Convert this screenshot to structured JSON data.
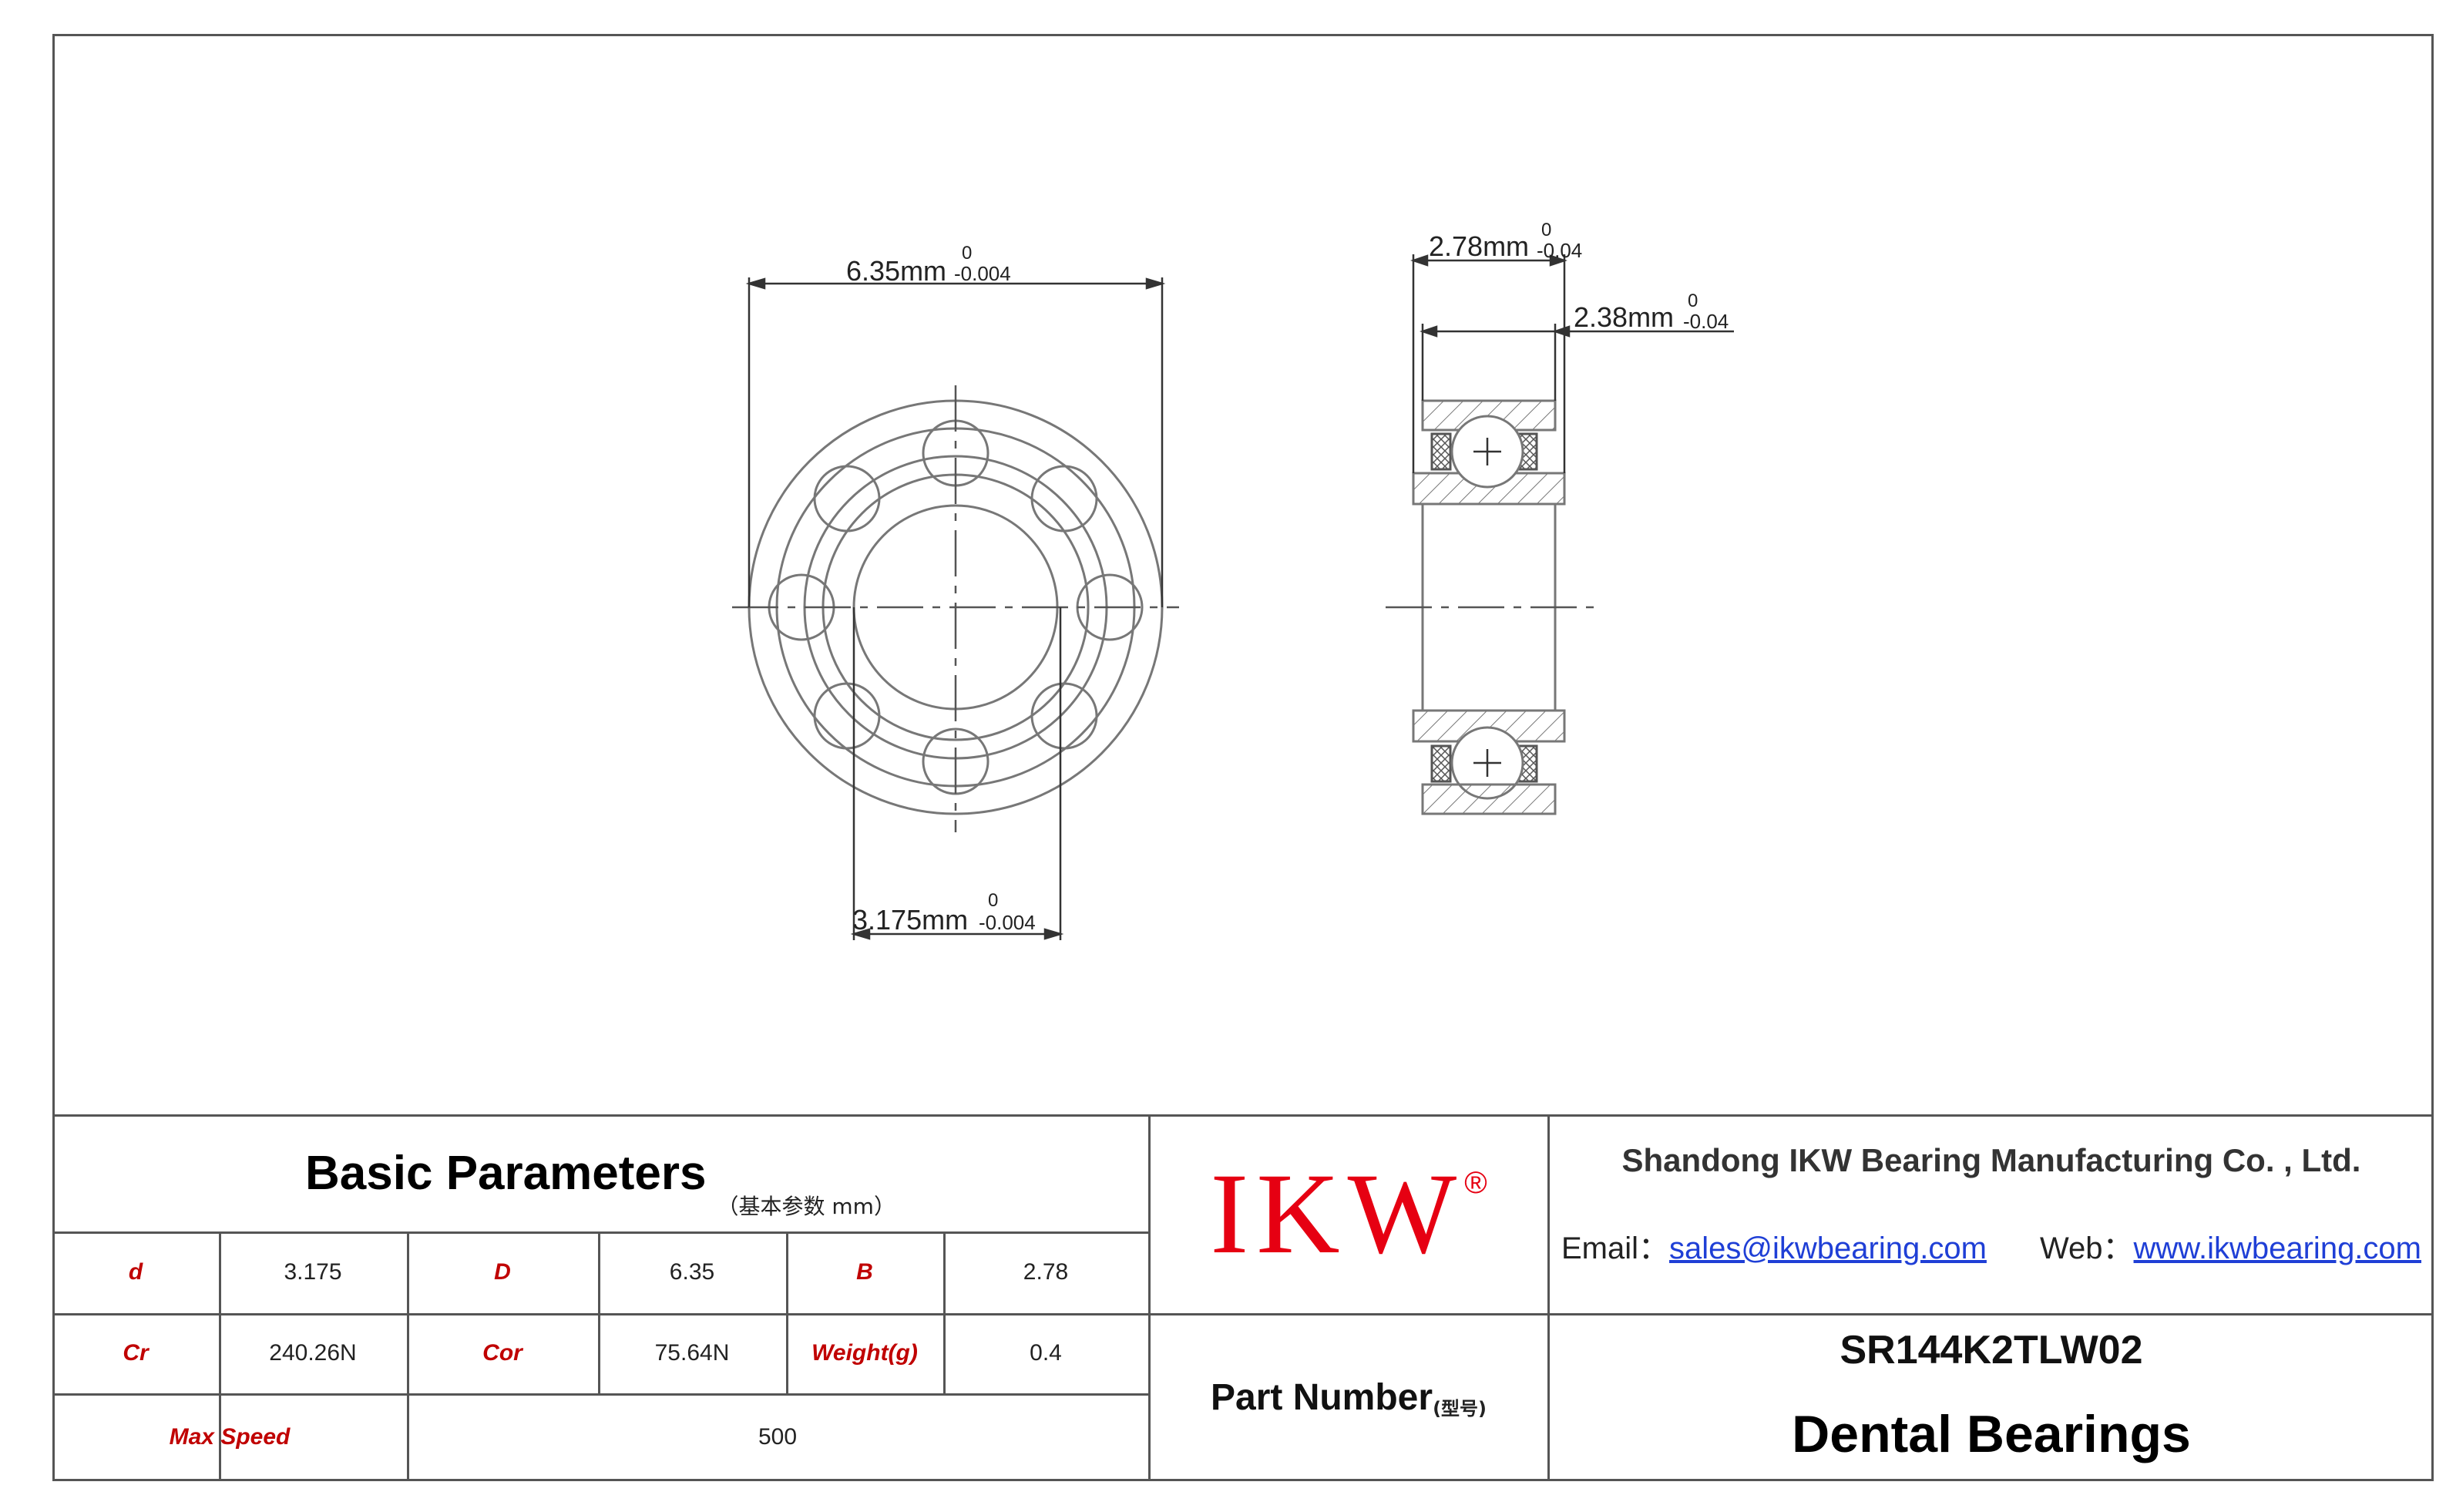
{
  "drawing": {
    "dim_outer": "6.35mm",
    "dim_outer_tol_upper": "0",
    "dim_outer_tol_lower": "-0.004",
    "dim_bore": "3.175mm",
    "dim_bore_tol_upper": "0",
    "dim_bore_tol_lower": "-0.004",
    "dim_width": "2.78mm",
    "dim_width_tol_upper": "0",
    "dim_width_tol_lower": "-0.04",
    "dim_inner_width": "2.38mm",
    "dim_inner_width_tol_upper": "0",
    "dim_inner_width_tol_lower": "-0.04"
  },
  "basic_parameters": {
    "title": "Basic Parameters",
    "subtitle": "（基本参数 mm）",
    "rows": [
      [
        {
          "label": "d",
          "value": "3.175"
        },
        {
          "label": "D",
          "value": "6.35"
        },
        {
          "label": "B",
          "value": "2.78"
        }
      ],
      [
        {
          "label": "Cr",
          "value": "240.26N"
        },
        {
          "label": "Cor",
          "value": "75.64N"
        },
        {
          "label": "Weight(g)",
          "value": "0.4"
        }
      ]
    ],
    "max_speed_label": "Max Speed",
    "max_speed_value": "500"
  },
  "logo": {
    "text": "IKW",
    "reg": "®",
    "color": "#e60012"
  },
  "part_number_label": "Part Number",
  "part_number_label_cn": "(型号)",
  "company": {
    "name": "Shandong IKW Bearing Manufacturing Co. , Ltd.",
    "email_label": "Email：",
    "email": "sales@ikwbearing.com",
    "web_label": "Web：",
    "web": "www.ikwbearing.com"
  },
  "part_number": "SR144K2TLW02",
  "product_name": "Dental Bearings"
}
